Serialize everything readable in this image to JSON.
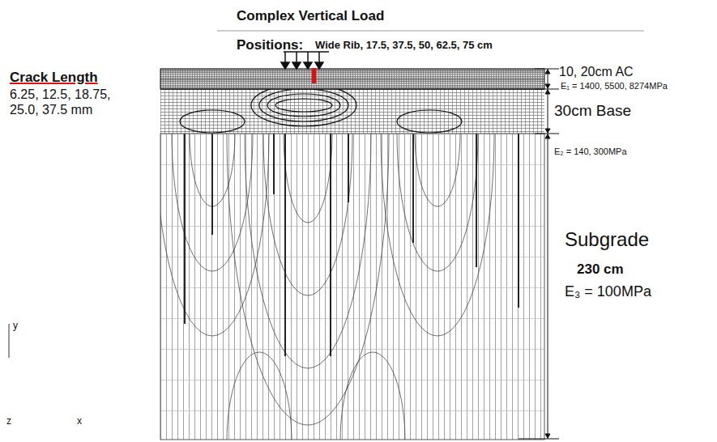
{
  "diagram": {
    "title": "Complex Vertical Load",
    "labels": [
      "Positions:",
      "Wide Rib, 17.5, 37.5, 50, 62.5, 75 cm",
      "Crack Length",
      "6.25, 12.5, 18.75, 25.0, 37.5 mm",
      "10, 20cm AC",
      "E₁ = 1400, 5500, 8274MPa",
      "30cm Base",
      "E₂ = 140, 300MPa",
      "Subgrade",
      "230 cm",
      "E₃ = 100MPa",
      "y",
      "z",
      "x"
    ]
  }
}
